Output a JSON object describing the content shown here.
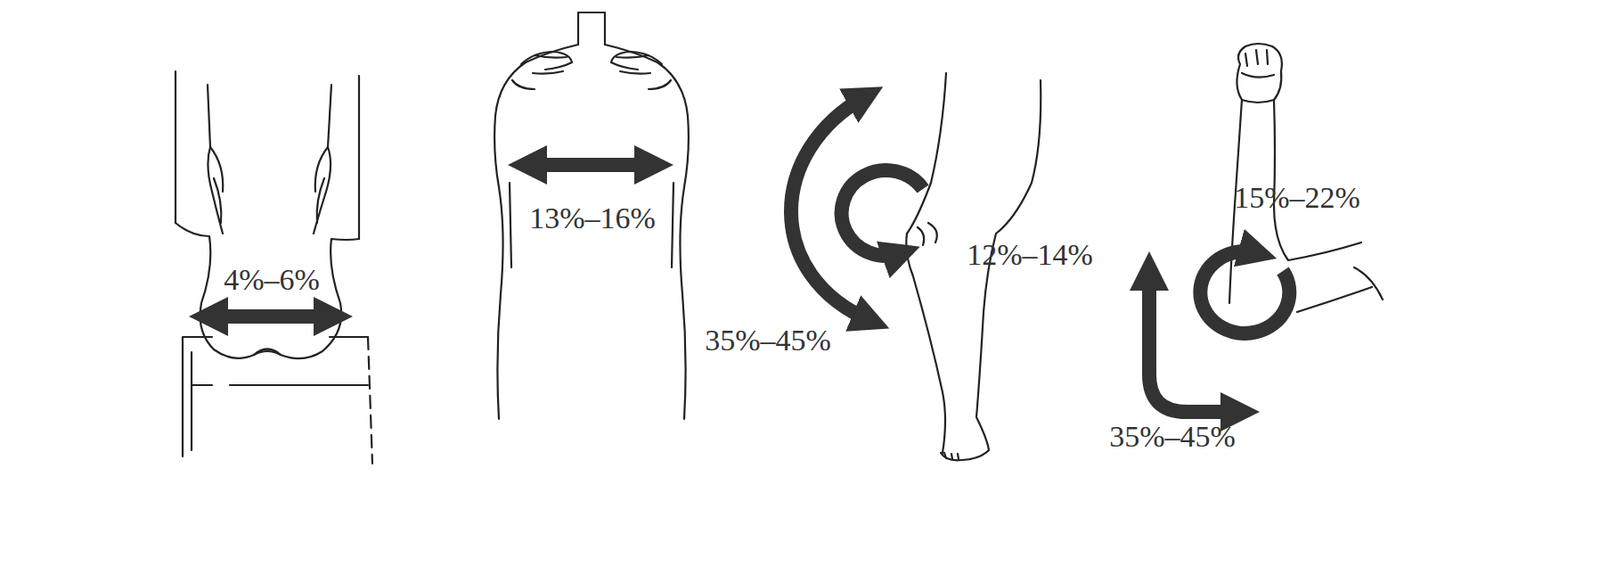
{
  "diagram": {
    "labels": [
      "4%–6%",
      "13%–16%",
      "35%–45%",
      "12%–14%",
      "15%–22%",
      "35%–45%"
    ]
  }
}
